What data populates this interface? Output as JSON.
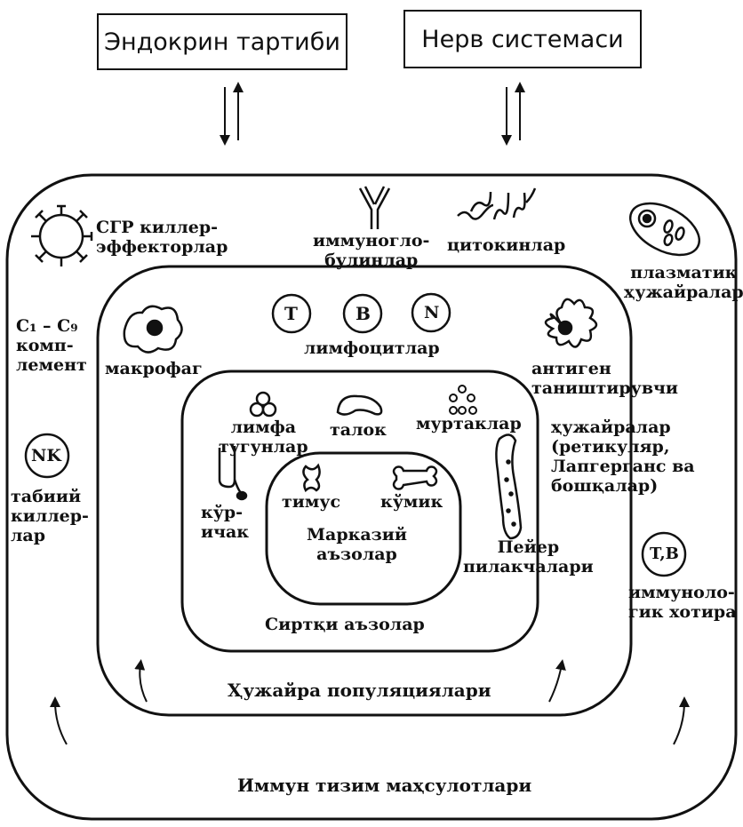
{
  "top": {
    "endocrine": "Эндокрин тартиби",
    "nervous": "Нерв системаси"
  },
  "outer_ring": {
    "title": "Иммун тизим маҳсулотлари",
    "sgr": "СГР киллер-\nэффекторлар",
    "immunoglobulins": "иммуногло-\nбулинлар",
    "cytokines": "цитокинлар",
    "plasma_cells": "плазматик\nҳужайралар",
    "complement": "C₁ – C₉\nкомп-\nлемент",
    "natural_killers": "табиий\nкиллер-\nлар",
    "nk_badge": "NK",
    "memory_badge": "T,B",
    "immune_memory": "иммуноло-\nгик хотира"
  },
  "middle_ring": {
    "title": "Ҳужайра популяциялари",
    "macrophage": "макрофаг",
    "lymphocytes": "лимфоцитлар",
    "lymph_letters": [
      "T",
      "B",
      "N"
    ],
    "apc": "антиген\nтаништирувчи",
    "apc_cont": "ҳужайралар\n(ретикуляр,\nЛапгерганс ва\nбошқалар)"
  },
  "inner_ring": {
    "title": "Сиртқи аъзолар",
    "lymph_nodes": "лимфа\nтугунлар",
    "spleen": "талок",
    "tonsils": "муртаклар",
    "appendix": "кўр-\nичак",
    "peyer": "Пейер\nпилакчалари"
  },
  "core": {
    "thymus": "тимус",
    "bone_marrow": "кўмик",
    "title": "Марказий\nаъзолар"
  }
}
